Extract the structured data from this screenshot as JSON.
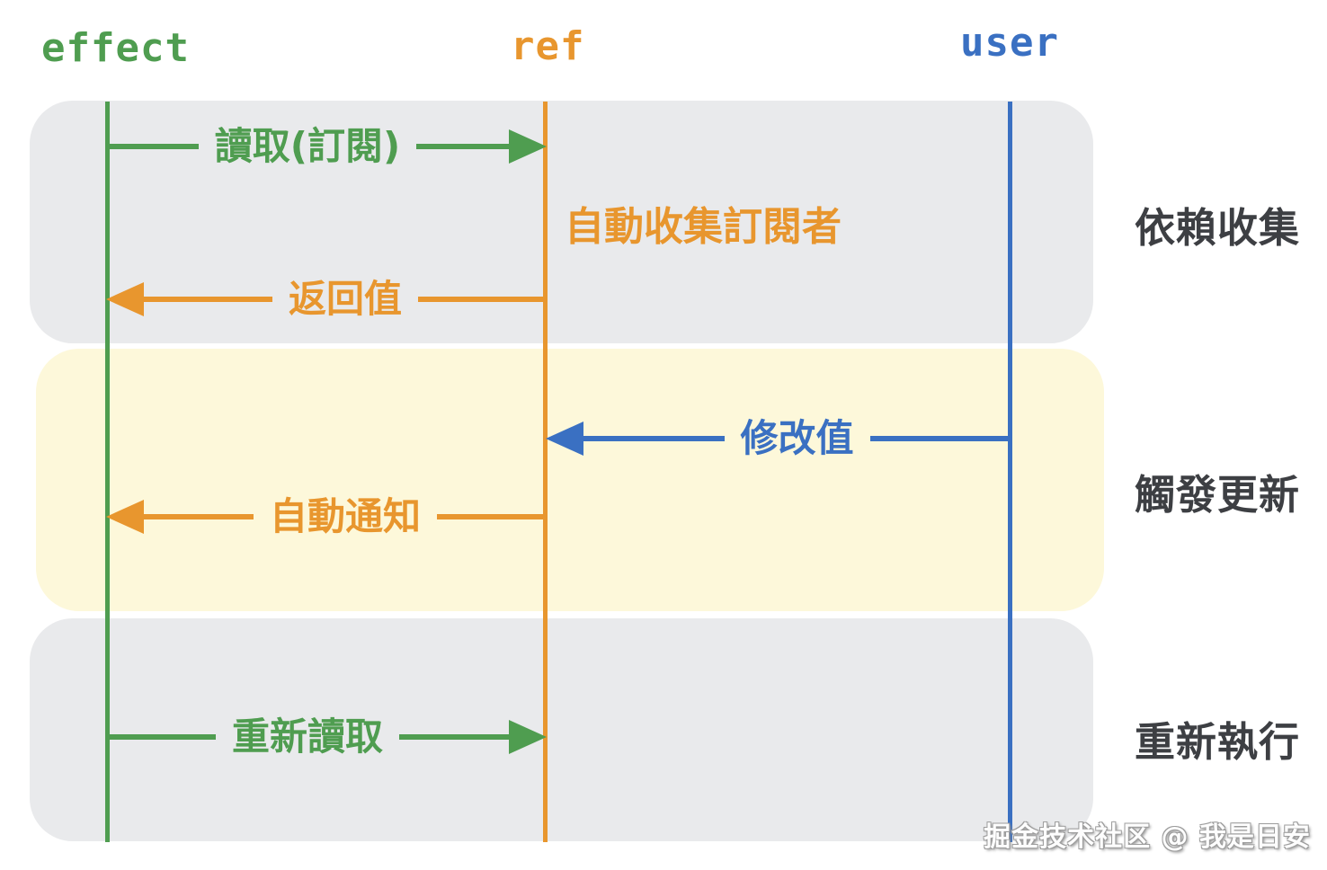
{
  "diagram": {
    "type": "sequence-diagram",
    "topic": "ref / effect reactivity flow"
  },
  "colors": {
    "green": "#4f9d50",
    "orange": "#e8962e",
    "blue": "#3a70c2",
    "band_gray": "#e9eaec",
    "band_yellow": "#fdf8da",
    "section_text": "#3d3f43"
  },
  "lifelines": [
    {
      "id": "effect",
      "label": "effect",
      "color": "#4f9d50"
    },
    {
      "id": "ref",
      "label": "ref",
      "color": "#e8962e"
    },
    {
      "id": "user",
      "label": "user",
      "color": "#3a70c2"
    }
  ],
  "sections": [
    {
      "label": "依賴收集",
      "band_color": "#e9eaec"
    },
    {
      "label": "觸發更新",
      "band_color": "#fdf8da"
    },
    {
      "label": "重新執行",
      "band_color": "#e9eaec"
    }
  ],
  "messages": [
    {
      "label": "讀取(訂閱)",
      "from": "effect",
      "to": "ref",
      "color": "#4f9d50"
    },
    {
      "label": "返回值",
      "from": "ref",
      "to": "effect",
      "color": "#e8962e"
    },
    {
      "label": "修改值",
      "from": "user",
      "to": "ref",
      "color": "#3a70c2"
    },
    {
      "label": "自動通知",
      "from": "ref",
      "to": "effect",
      "color": "#e8962e"
    },
    {
      "label": "重新讀取",
      "from": "effect",
      "to": "ref",
      "color": "#4f9d50"
    }
  ],
  "note": {
    "label": "自動收集訂閱者",
    "color": "#e8962e"
  },
  "watermark": {
    "text": "掘金技术社区 @ 我是日安"
  }
}
